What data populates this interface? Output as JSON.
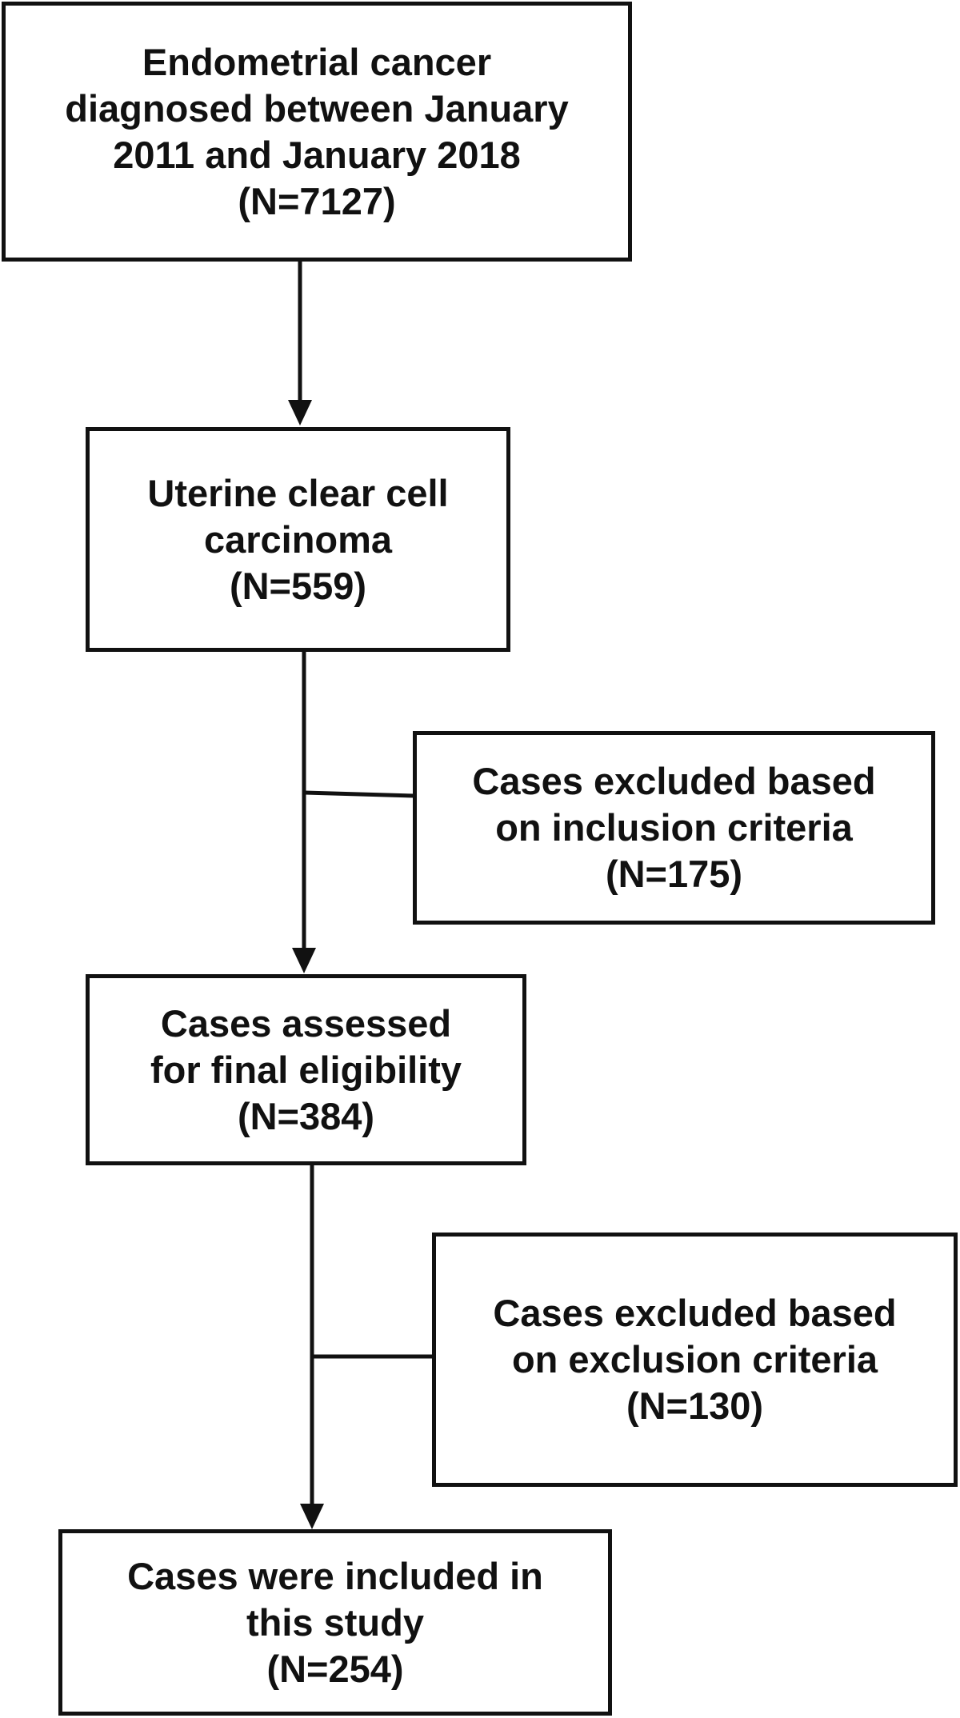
{
  "flowchart": {
    "step1": {
      "lines": [
        "Endometrial cancer",
        "diagnosed between January",
        "2011 and January 2018"
      ],
      "count": "(N=7127)"
    },
    "step2": {
      "lines": [
        "Uterine clear cell",
        "carcinoma"
      ],
      "count": "(N=559)"
    },
    "exclusion1": {
      "lines": [
        "Cases excluded based",
        "on inclusion criteria"
      ],
      "count": "(N=175)"
    },
    "step3": {
      "lines": [
        "Cases assessed",
        "for final eligibility"
      ],
      "count": "(N=384)"
    },
    "exclusion2": {
      "lines": [
        "Cases excluded based",
        "on exclusion criteria"
      ],
      "count": "(N=130)"
    },
    "step4": {
      "lines": [
        "Cases were included in",
        "this study"
      ],
      "count": "(N=254)"
    }
  },
  "colors": {
    "stroke": "#111111",
    "background": "#ffffff"
  }
}
